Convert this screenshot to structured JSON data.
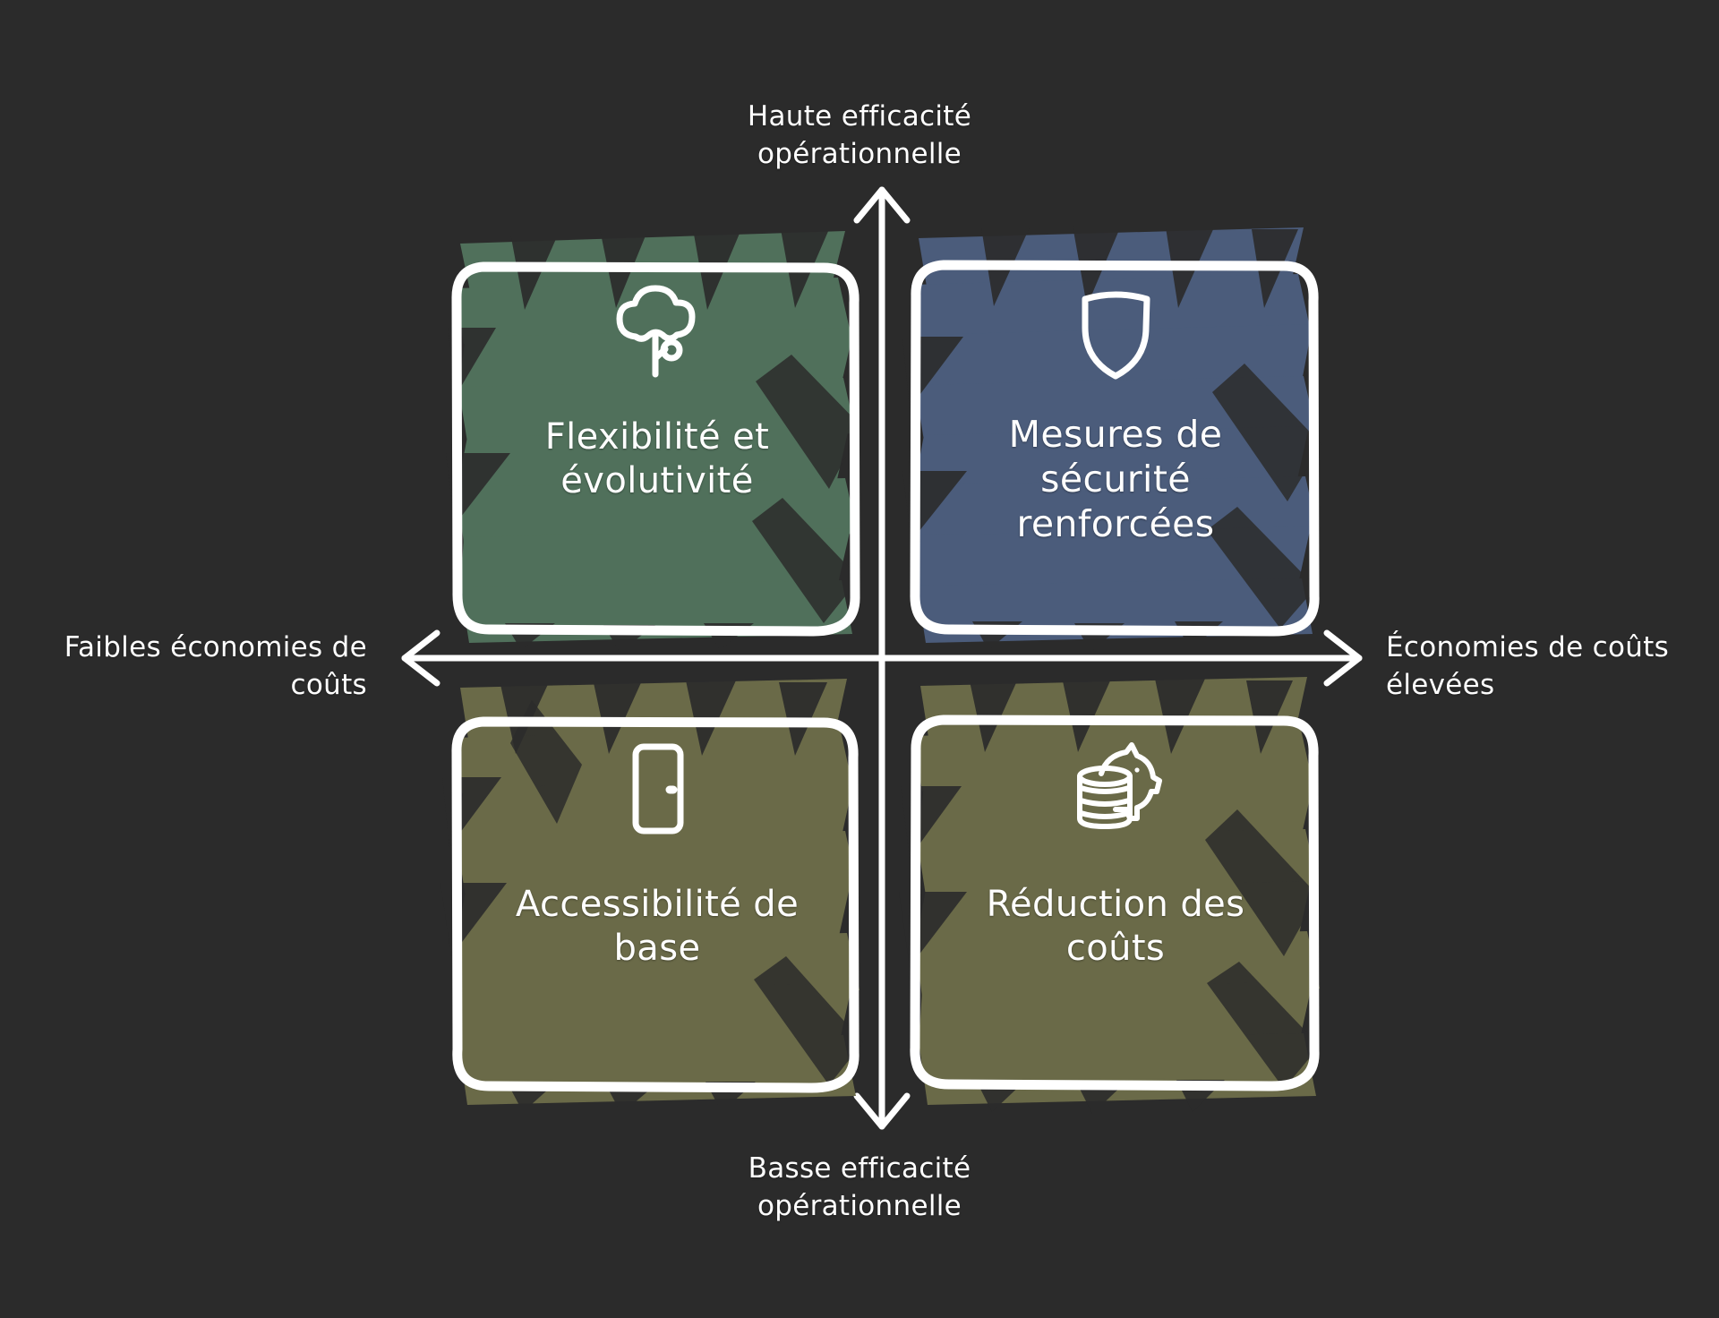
{
  "diagram": {
    "type": "2x2-matrix",
    "background_color": "#2b2b2b",
    "axes": {
      "top_label": "Haute efficacité\nopérationnelle",
      "top_label_line1": "Haute efficacité",
      "top_label_line2": "opérationnelle",
      "bottom_label_line1": "Basse efficacité",
      "bottom_label_line2": "opérationnelle",
      "left_label_line1": "Faibles économies de",
      "left_label_line2": "coûts",
      "right_label_line1": "Économies de coûts",
      "right_label_line2": "élevées",
      "axis_color": "#ffffff"
    },
    "quadrants": [
      {
        "position": "top-left",
        "label_line1": "Flexibilité et",
        "label_line2": "évolutivité",
        "icon": "tree-icon",
        "fill_color": "#50705b",
        "border_color": "#ffffff",
        "text_color": "#ffffff"
      },
      {
        "position": "top-right",
        "label_line1": "Mesures de",
        "label_line2": "sécurité",
        "label_line3": "renforcées",
        "icon": "shield-icon",
        "fill_color": "#4b5c7b",
        "border_color": "#ffffff",
        "text_color": "#ffffff"
      },
      {
        "position": "bottom-left",
        "label_line1": "Accessibilité de",
        "label_line2": "base",
        "icon": "door-icon",
        "fill_color": "#6a6a48",
        "border_color": "#ffffff",
        "text_color": "#ffffff"
      },
      {
        "position": "bottom-right",
        "label_line1": "Réduction des",
        "label_line2": "coûts",
        "icon": "piggy-bank-icon",
        "fill_color": "#6a6a48",
        "border_color": "#ffffff",
        "text_color": "#ffffff"
      }
    ]
  }
}
